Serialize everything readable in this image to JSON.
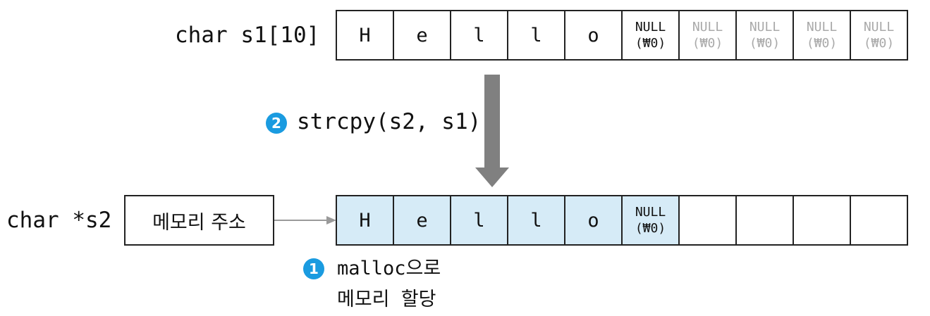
{
  "s1": {
    "label": "char s1[10]",
    "cells": [
      {
        "value": "H"
      },
      {
        "value": "e"
      },
      {
        "value": "l"
      },
      {
        "value": "l"
      },
      {
        "value": "o"
      },
      {
        "line1": "NULL",
        "line2": "(₩0)"
      },
      {
        "line1": "NULL",
        "line2": "(₩0)"
      },
      {
        "line1": "NULL",
        "line2": "(₩0)"
      },
      {
        "line1": "NULL",
        "line2": "(₩0)"
      },
      {
        "line1": "NULL",
        "line2": "(₩0)"
      }
    ]
  },
  "copy_step": {
    "badge": "2",
    "text": "strcpy(s2, s1)"
  },
  "s2": {
    "label": "char *s2",
    "pointer_box": "메모리 주소",
    "cells": [
      {
        "value": "H"
      },
      {
        "value": "e"
      },
      {
        "value": "l"
      },
      {
        "value": "l"
      },
      {
        "value": "o"
      },
      {
        "line1": "NULL",
        "line2": "(₩0)"
      },
      {
        "value": ""
      },
      {
        "value": ""
      },
      {
        "value": ""
      },
      {
        "value": ""
      }
    ]
  },
  "malloc_step": {
    "badge": "1",
    "line1": "malloc으로",
    "line2": "메모리 할당"
  },
  "colors": {
    "filled_cell": "#d6ebf7",
    "badge": "#1a9be0",
    "arrow": "#808080",
    "pointer_arrow": "#9a9a9a",
    "null_grey_text": "#a9a9a9"
  }
}
